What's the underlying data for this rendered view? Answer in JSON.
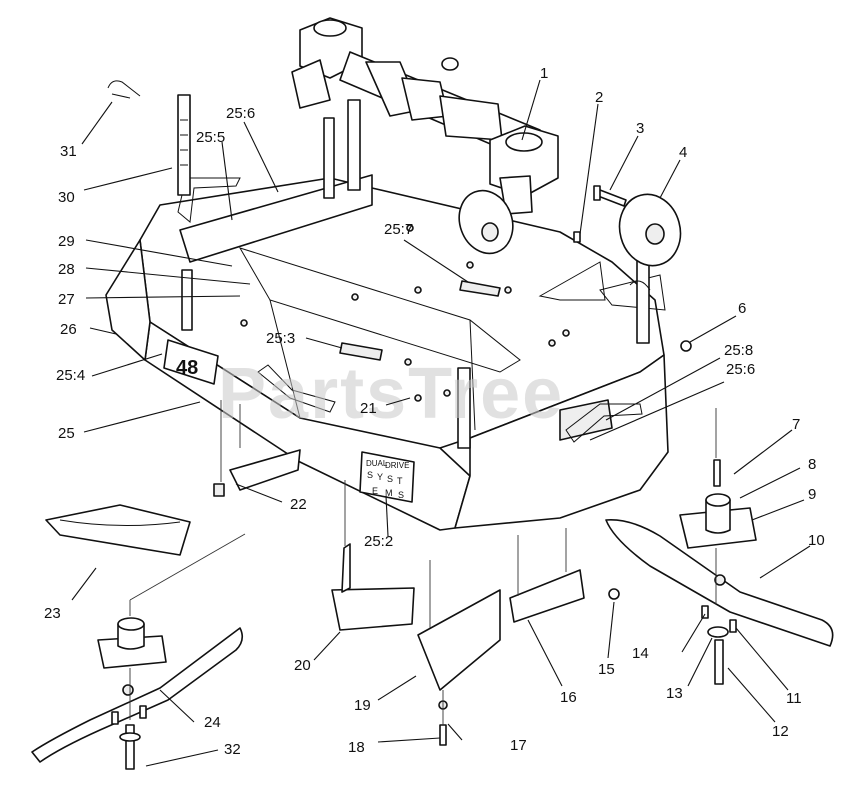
{
  "watermark": "PartsTree",
  "deck_decal": "48",
  "decal_lines": [
    "DUAL",
    "DRIVE",
    "S",
    "Y",
    "S",
    "T",
    "E",
    "M",
    "S"
  ],
  "callouts": [
    {
      "id": "c1",
      "text": "1"
    },
    {
      "id": "c2",
      "text": "2"
    },
    {
      "id": "c3",
      "text": "3"
    },
    {
      "id": "c4",
      "text": "4"
    },
    {
      "id": "c6",
      "text": "6"
    },
    {
      "id": "c7",
      "text": "7"
    },
    {
      "id": "c8",
      "text": "8"
    },
    {
      "id": "c9",
      "text": "9"
    },
    {
      "id": "c10",
      "text": "10"
    },
    {
      "id": "c11",
      "text": "11"
    },
    {
      "id": "c12",
      "text": "12"
    },
    {
      "id": "c13",
      "text": "13"
    },
    {
      "id": "c14",
      "text": "14"
    },
    {
      "id": "c15",
      "text": "15"
    },
    {
      "id": "c16",
      "text": "16"
    },
    {
      "id": "c17",
      "text": "17"
    },
    {
      "id": "c18",
      "text": "18"
    },
    {
      "id": "c19",
      "text": "19"
    },
    {
      "id": "c20",
      "text": "20"
    },
    {
      "id": "c21",
      "text": "21"
    },
    {
      "id": "c22",
      "text": "22"
    },
    {
      "id": "c23",
      "text": "23"
    },
    {
      "id": "c24",
      "text": "24"
    },
    {
      "id": "c25",
      "text": "25"
    },
    {
      "id": "c25_2",
      "text": "25:2"
    },
    {
      "id": "c25_3",
      "text": "25:3"
    },
    {
      "id": "c25_4",
      "text": "25:4"
    },
    {
      "id": "c25_5",
      "text": "25:5"
    },
    {
      "id": "c25_6a",
      "text": "25:6"
    },
    {
      "id": "c25_6b",
      "text": "25:6"
    },
    {
      "id": "c25_7",
      "text": "25:7"
    },
    {
      "id": "c25_8",
      "text": "25:8"
    },
    {
      "id": "c26",
      "text": "26"
    },
    {
      "id": "c27",
      "text": "27"
    },
    {
      "id": "c28",
      "text": "28"
    },
    {
      "id": "c29",
      "text": "29"
    },
    {
      "id": "c30",
      "text": "30"
    },
    {
      "id": "c31",
      "text": "31"
    },
    {
      "id": "c32",
      "text": "32"
    }
  ]
}
